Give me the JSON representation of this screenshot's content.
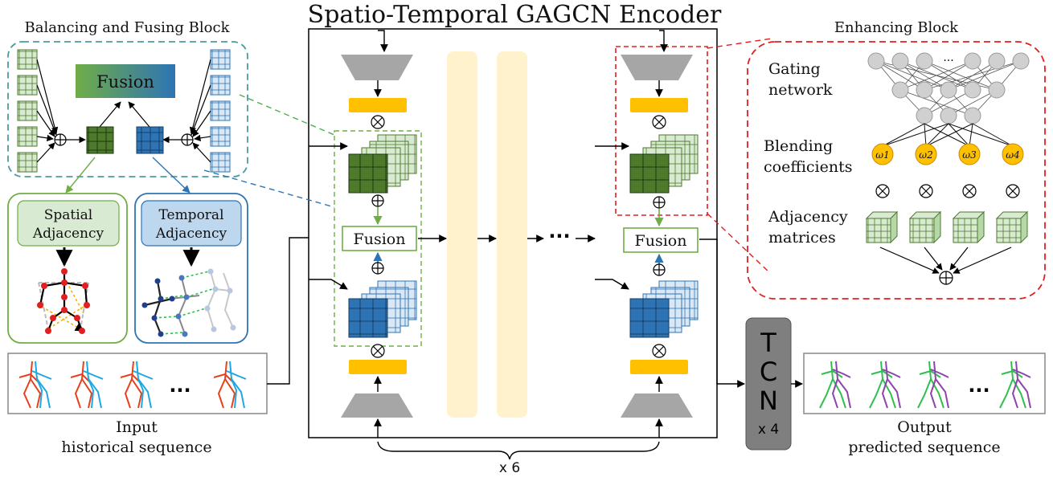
{
  "title": "Spatio-Temporal GAGCN Encoder",
  "balancing_block": {
    "title": "Balancing and Fusing Block",
    "fusion_label": "Fusion"
  },
  "spatial_label": [
    "Spatial",
    "Adjacency"
  ],
  "temporal_label": [
    "Temporal",
    "Adjacency"
  ],
  "input": {
    "ellipsis": "...",
    "caption": [
      "Input",
      "historical sequence"
    ]
  },
  "encoder": {
    "fusion_label": "Fusion",
    "ellipsis": "···",
    "repeat": "x 6"
  },
  "enhancing_block": {
    "title": "Enhancing Block",
    "ellipsis": "...",
    "gating": [
      "Gating",
      "network"
    ],
    "blending": [
      "Blending",
      "coefficients"
    ],
    "adjacency": [
      "Adjacency",
      "matrices"
    ],
    "coefficients": [
      "ω1",
      "ω2",
      "ω3",
      "ω4"
    ]
  },
  "tcn": {
    "letters": [
      "T",
      "C",
      "N"
    ],
    "repeat": "x 4"
  },
  "output": {
    "ellipsis": "...",
    "caption": [
      "Output",
      "predicted sequence"
    ]
  },
  "colors": {
    "green_dark": "#4e7a2c",
    "green_light": "#d9ead3",
    "blue_dark": "#2e74b5",
    "blue_light": "#dae8f5",
    "gold": "#ffc000",
    "cream": "#fff2cc",
    "red_dash": "#e02020",
    "gray": "#a6a6a6",
    "tcn_gray": "#7f7f7f",
    "red_pose": "#e8401c",
    "cyan_pose": "#1fa8e0",
    "green_pose": "#2fbf4f",
    "purple_pose": "#8e44ad"
  }
}
